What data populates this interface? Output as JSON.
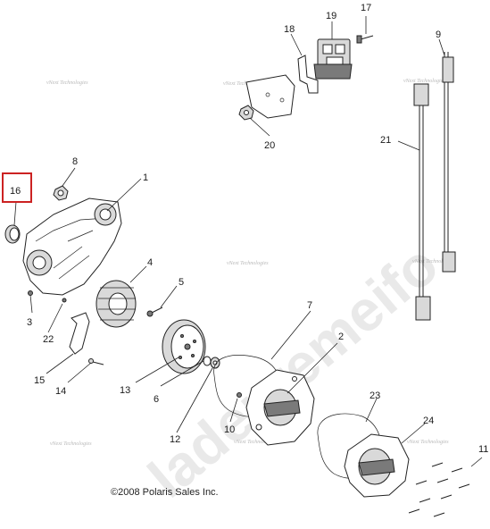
{
  "copyright": "©2008 Polaris Sales Inc.",
  "watermark_text": "vNext Technologies",
  "background_watermark": "ladepremeifo",
  "highlight_color": "#cc2222",
  "highlighted_callout": "16",
  "callouts": [
    "1",
    "2",
    "3",
    "4",
    "5",
    "6",
    "7",
    "8",
    "9",
    "10",
    "11",
    "12",
    "13",
    "14",
    "15",
    "16",
    "17",
    "18",
    "19",
    "20",
    "21",
    "22",
    "23",
    "24"
  ]
}
